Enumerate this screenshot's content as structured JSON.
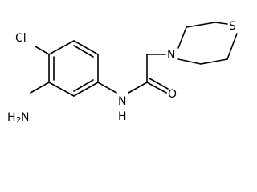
{
  "molecule": {
    "atoms": {
      "chlorine": "Cl",
      "amine_n": "H",
      "amine_sub": "2",
      "amine_n_letter": "N",
      "amide_n": "N",
      "amide_h": "H",
      "carbonyl_o": "O",
      "ring_n": "N",
      "ring_s": "S"
    }
  },
  "colors": {
    "bond": "#000000",
    "background": "#ffffff"
  }
}
